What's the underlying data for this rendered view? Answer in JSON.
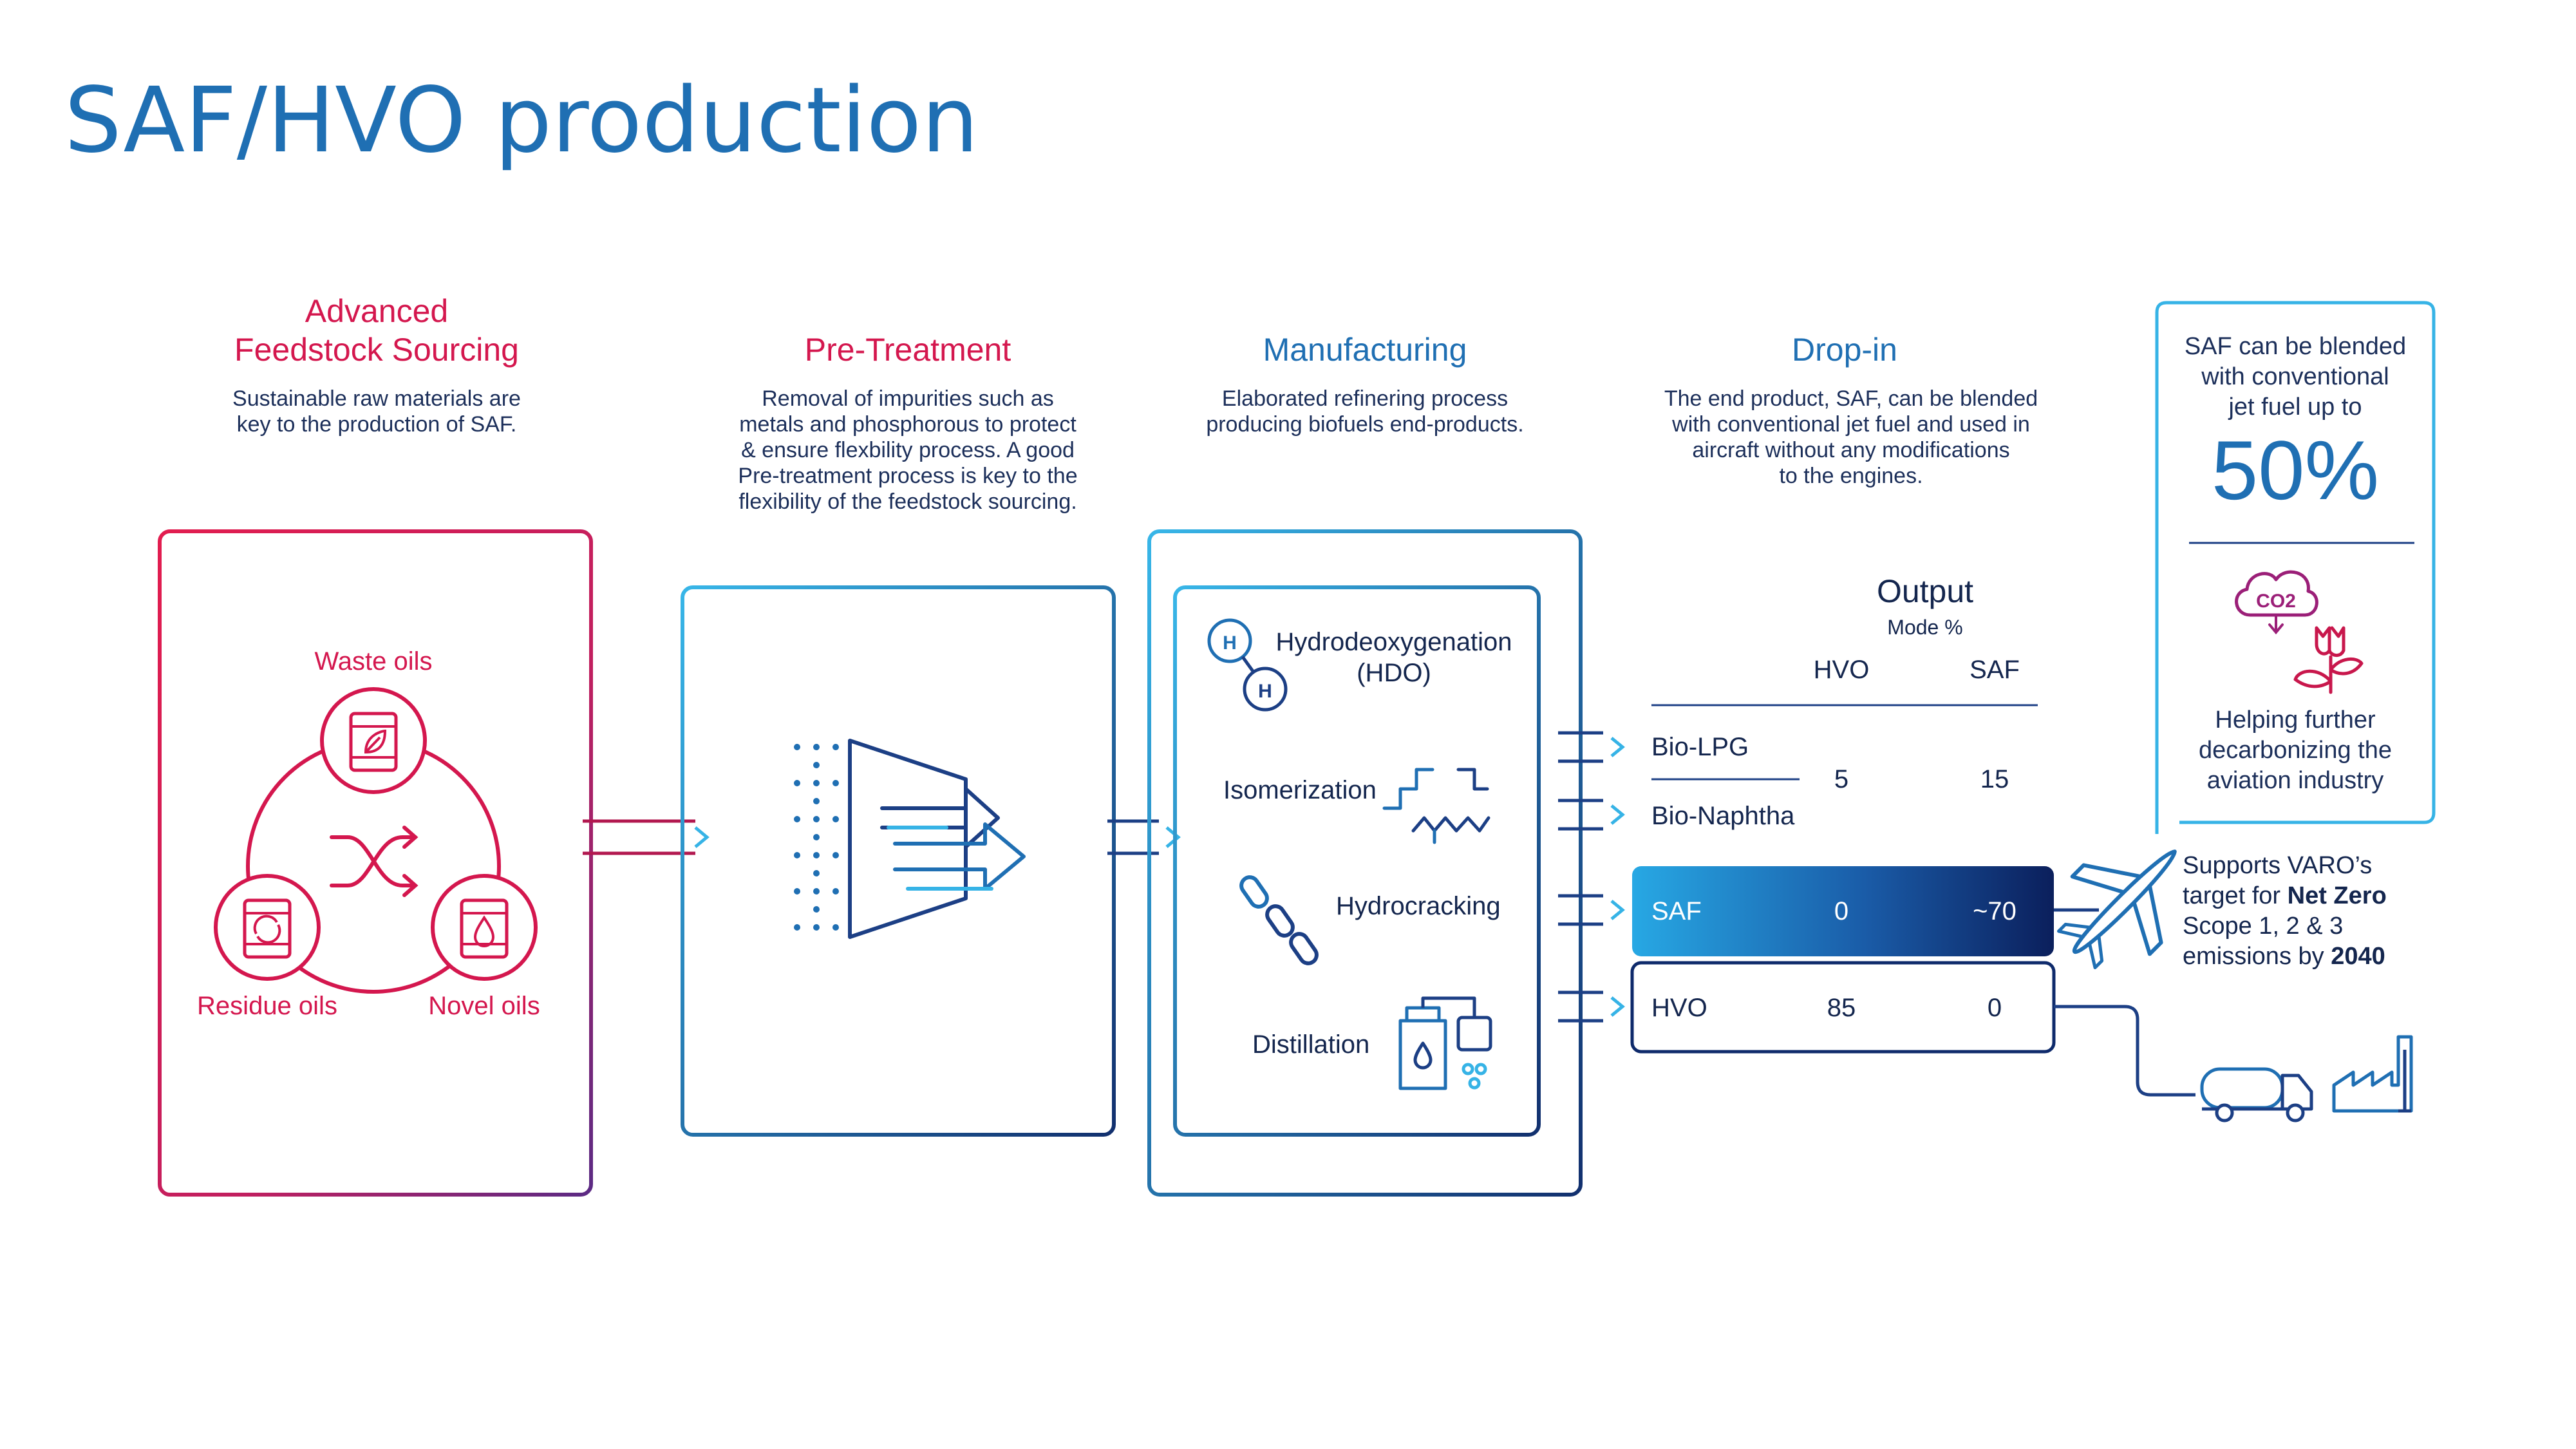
{
  "title": "SAF/HVO production",
  "colors": {
    "title_blue": "#1f6fb3",
    "pink": "#d4174e",
    "purple": "#6e2a82",
    "navy": "#0e2a6b",
    "cyan": "#36b3e6",
    "text_dark": "#14264e"
  },
  "stages": {
    "feedstock": {
      "title_line1": "Advanced",
      "title_line2": "Feedstock Sourcing",
      "desc": [
        "Sustainable raw materials are",
        "key to the production of SAF."
      ],
      "items": {
        "waste": "Waste oils",
        "residue": "Residue oils",
        "novel": "Novel oils"
      },
      "icons": [
        "barrel-leaf-icon",
        "barrel-recycle-icon",
        "barrel-drop-icon",
        "shuffle-arrows-icon"
      ]
    },
    "pretreatment": {
      "title": "Pre-Treatment",
      "desc": [
        "Removal of impurities such as",
        "metals and phosphorous to protect",
        "& ensure flexbility process. A good",
        "Pre-treatment process is key to the",
        "flexibility of the feedstock sourcing."
      ],
      "icons": [
        "filter-funnel-icon",
        "particles-icon",
        "arrows-icon"
      ]
    },
    "manufacturing": {
      "title": "Manufacturing",
      "desc": [
        "Elaborated refinering process",
        "producing biofuels end-products."
      ],
      "processes": {
        "hdo_line1": "Hydrodeoxygenation",
        "hdo_line2": "(HDO)",
        "isomerization": "Isomerization",
        "hydrocracking": "Hydrocracking",
        "distillation": "Distillation"
      },
      "icons": [
        "hydrogen-molecule-icon",
        "isomer-structure-icon",
        "chain-link-icon",
        "distillation-tanks-icon"
      ]
    },
    "dropin": {
      "title": "Drop-in",
      "desc": [
        "The end product, SAF, can be blended",
        "with conventional jet fuel and used in",
        "aircraft without any modifications",
        "to the engines."
      ]
    }
  },
  "output": {
    "title": "Output",
    "subtitle": "Mode %",
    "columns": [
      "HVO",
      "SAF"
    ],
    "rows": {
      "bio_lpg": "Bio-LPG",
      "bio_naphtha": "Bio-Naphtha",
      "light_hvo": "5",
      "light_saf": "15",
      "saf_label": "SAF",
      "saf_hvo": "0",
      "saf_saf": "~70",
      "hvo_label": "HVO",
      "hvo_hvo": "85",
      "hvo_saf": "0"
    }
  },
  "sidebar": {
    "blend_text": [
      "SAF can be blended",
      "with conventional",
      "jet fuel up to"
    ],
    "percent": "50%",
    "helping_text": [
      "Helping further",
      "decarbonizing the",
      "aviation industry"
    ],
    "co2_label": "CO2",
    "icons": [
      "co2-cloud-icon",
      "flower-icon"
    ]
  },
  "supports": {
    "line1": "Supports VARO’s",
    "line2_prefix": "target for ",
    "line2_bold": "Net Zero",
    "line3": "Scope 1, 2 & 3",
    "line4_prefix": "emissions by ",
    "line4_bold": "2040"
  },
  "end_icons": [
    "airplane-icon",
    "tanker-truck-icon",
    "factory-icon"
  ],
  "badge_h": "H"
}
